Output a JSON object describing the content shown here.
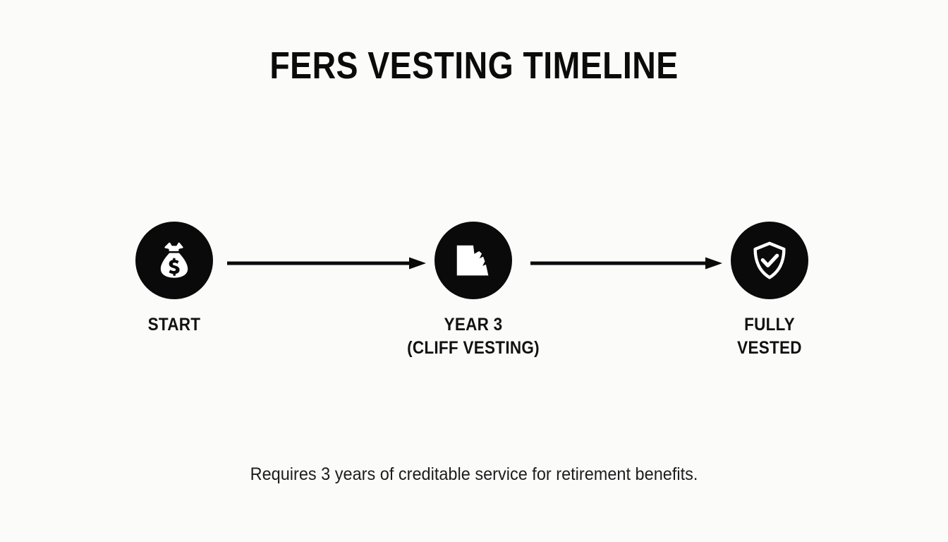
{
  "page": {
    "title": "FERS VESTING TIMELINE",
    "caption": "Requires 3 years of creditable service for retirement benefits.",
    "background_color": "#fbfbfa",
    "node_color": "#0a0a0a",
    "text_color": "#111111"
  },
  "timeline": {
    "steps": [
      {
        "icon": "money-bag-icon",
        "label_line1": "START",
        "label_line2": ""
      },
      {
        "icon": "cliff-icon",
        "label_line1": "YEAR 3",
        "label_line2": "(CLIFF VESTING)"
      },
      {
        "icon": "shield-check-icon",
        "label_line1": "FULLY",
        "label_line2": "VESTED"
      }
    ],
    "connectors": [
      {
        "name": "arrow-start-to-year3"
      },
      {
        "name": "arrow-year3-to-fully-vested"
      }
    ]
  }
}
